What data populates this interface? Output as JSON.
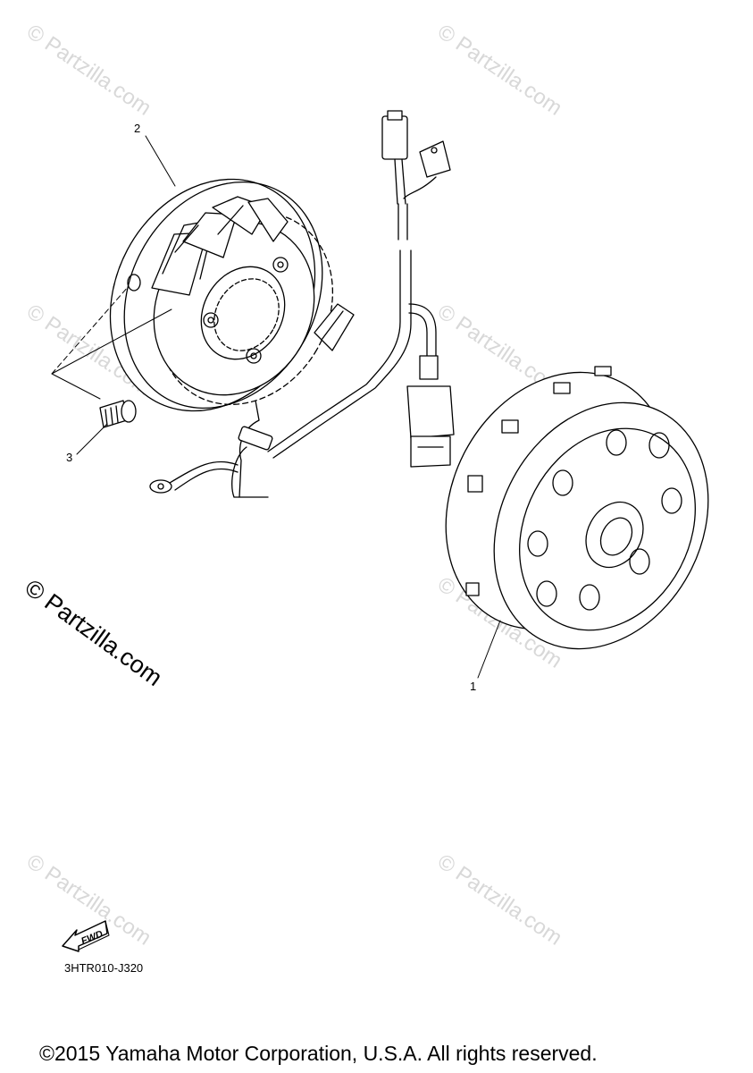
{
  "callouts": {
    "c1": "1",
    "c2": "2",
    "c3": "3"
  },
  "fwd_label": "FWD",
  "watermark": "© Partzilla.com",
  "diagram_code": "3HTR010-J320",
  "copyright": "©2015 Yamaha Motor Corporation, U.S.A. All rights reserved."
}
